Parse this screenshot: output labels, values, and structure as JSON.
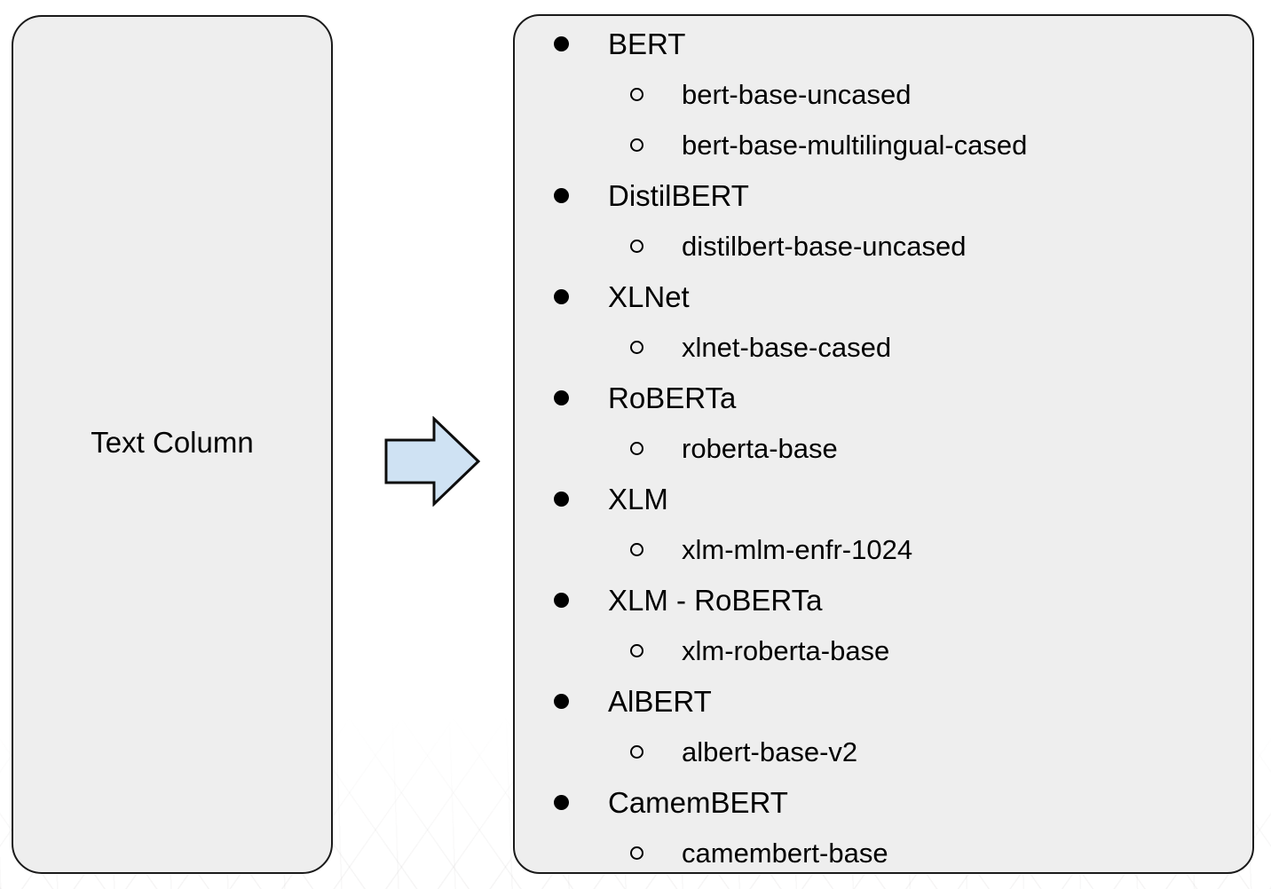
{
  "colors": {
    "box_fill": "#eeeeee",
    "box_border": "#1a1a1a",
    "arrow_fill": "#cfe2f3",
    "arrow_stroke": "#0d0d0d",
    "text": "#000000"
  },
  "icons": {
    "filled_bullet": "●",
    "hollow_bullet": "○",
    "arrow": "right-block-arrow"
  },
  "left_box": {
    "label": "Text Column"
  },
  "model_list": {
    "families": [
      {
        "label": "BERT",
        "models": [
          "bert-base-uncased",
          "bert-base-multilingual-cased"
        ]
      },
      {
        "label": "DistilBERT",
        "models": [
          "distilbert-base-uncased"
        ]
      },
      {
        "label": "XLNet",
        "models": [
          "xlnet-base-cased"
        ]
      },
      {
        "label": "RoBERTa",
        "models": [
          "roberta-base"
        ]
      },
      {
        "label": "XLM",
        "models": [
          "xlm-mlm-enfr-1024"
        ]
      },
      {
        "label": "XLM - RoBERTa",
        "models": [
          "xlm-roberta-base"
        ]
      },
      {
        "label": "AlBERT",
        "models": [
          "albert-base-v2"
        ]
      },
      {
        "label": "CamemBERT",
        "models": [
          "camembert-base"
        ]
      }
    ]
  }
}
